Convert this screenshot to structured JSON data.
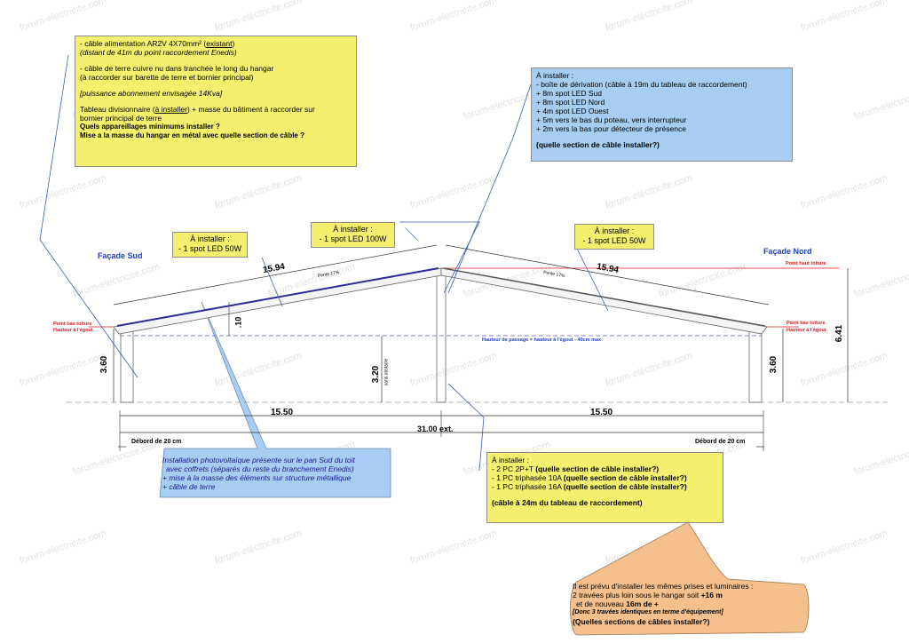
{
  "watermark": "forum-electricite.com",
  "facades": {
    "south": "Façade Sud",
    "north": "Façade Nord"
  },
  "dimensions": {
    "rafter_left": "15.94",
    "rafter_right": "15.94",
    "span_left": "15.50",
    "span_right": "15.50",
    "total": "31.00 ext.",
    "side_height_left": "3.60",
    "side_height_right": "3.60",
    "center_height": "3.20",
    "center_height_note": "sans obstacle",
    "total_height": "6.41",
    "gap": ".10",
    "overhang_left": "Débord de 20 cm",
    "overhang_right": "Débord de 20 cm",
    "slope_left": "Pente 17%",
    "slope_right": "Pente 17%"
  },
  "red_labels": {
    "point_bas_left": "Point bas toiture",
    "hauteur_egout_left": "Hauteur à l'égout",
    "point_bas_right": "Point bas toiture",
    "hauteur_egout_right": "Hauteur à l'égout",
    "point_haut": "Point haut toiture"
  },
  "passage_label": "Hauteur de passage = hauteur à l'égout - 40cm max",
  "box_main": {
    "l1_a": "- câble alimentation AR2V 4X70mm² (",
    "l1_u": "existant",
    "l1_b": ")",
    "l2": "(distant de 41m du point raccordement Enedis)",
    "l3": "- câble de terre cuivre nu dans tranchée le long du hangar",
    "l4": "(à raccorder sur barette de terre et bornier principal)",
    "l5": "[puissance abonnement envisagée 14Kva]",
    "l6_a": "Tableau divisionnaire (",
    "l6_u": "à installer",
    "l6_b": ") + masse du bâtiment à raccorder sur",
    "l7": "bornier principal de terre",
    "l8": "Quels appareillages minimums installer ?",
    "l9": "Mise a la masse du hangar en métal avec quelle section de câble ?"
  },
  "box_right_top": {
    "l1": "À installer :",
    "l2": "- boîte de dérivation (câble à 19m du tableau de raccordement)",
    "l3": "+ 8m spot LED Sud",
    "l4": "+ 8m spot LED Nord",
    "l5": "+ 4m spot LED Ouest",
    "l6": "+ 5m vers le bas du poteau, vers interrupteur",
    "l7": "+ 2m vers la bas pour détecteur de présence",
    "l8": "(quelle section de câble installer?)"
  },
  "box_south_spot": {
    "l1": "À installer :",
    "l2": "- 1 spot LED 50W"
  },
  "box_center_spot": {
    "l1": "À installer :",
    "l2": "- 1 spot LED 100W"
  },
  "box_north_spot": {
    "l1": "À installer :",
    "l2": "- 1 spot LED 50W"
  },
  "box_sockets": {
    "l1": "À installer :",
    "l2_a": "- 2 PC 2P+T ",
    "l2_b": "(quelle section de câble installer?)",
    "l3_a": "- 1 PC triphasée 10A ",
    "l3_b": "(quelle section de câble installer?)",
    "l4_a": "- 1 PC triphasée 16A ",
    "l4_b": "(quelle section de câble installer?)",
    "l5": "(câble à 24m du tableau de raccordement)"
  },
  "note_pv": {
    "l1": "Installation photovoltaïque présente sur le pan Sud du toit",
    "l2": "avec coffrets (séparés du reste du branchement Enedis)",
    "l3": "+ mise à la masse des éléments sur structure métallique",
    "l4": "+ câble de terre"
  },
  "note_future": {
    "l1": "Il est prévu d'installer les mêmes prises et luminaires :",
    "l2_a": "2 travées plus loin sous le hangar soit ",
    "l2_b": "+16 m",
    "l3_a": "et de nouveau ",
    "l3_b": "16m de +",
    "l4": "[Donc 3 travées identiques en terme d'équipement]",
    "l5": "(Quelles sections de câbles installer?)"
  },
  "colors": {
    "yellow_box": "#f5ef6e",
    "blue_box": "#a7cdf2",
    "orange_callout": "#f6c08e",
    "facade_label": "#1f3fbf",
    "red_label": "#e0161a"
  }
}
